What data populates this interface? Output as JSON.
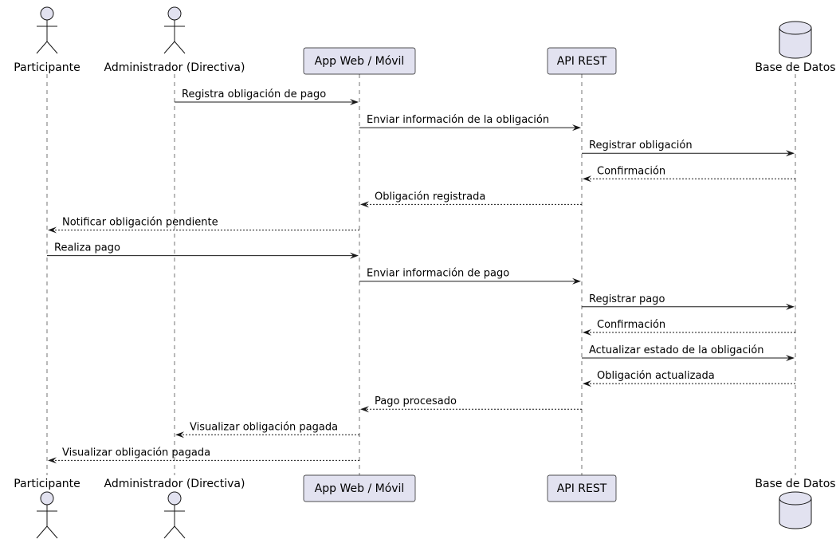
{
  "participants": [
    {
      "id": "participante",
      "label": "Participante",
      "kind": "actor"
    },
    {
      "id": "administrador",
      "label": "Administrador (Directiva)",
      "kind": "actor"
    },
    {
      "id": "app",
      "label": "App Web / Móvil",
      "kind": "box"
    },
    {
      "id": "api",
      "label": "API REST",
      "kind": "box"
    },
    {
      "id": "db",
      "label": "Base de Datos",
      "kind": "database"
    }
  ],
  "messages": [
    {
      "from": "administrador",
      "to": "app",
      "label": "Registra obligación de pago",
      "style": "solid"
    },
    {
      "from": "app",
      "to": "api",
      "label": "Enviar información de la obligación",
      "style": "solid"
    },
    {
      "from": "api",
      "to": "db",
      "label": "Registrar obligación",
      "style": "solid"
    },
    {
      "from": "db",
      "to": "api",
      "label": "Confirmación",
      "style": "dashed"
    },
    {
      "from": "api",
      "to": "app",
      "label": "Obligación registrada",
      "style": "dashed"
    },
    {
      "from": "app",
      "to": "participante",
      "label": "Notificar obligación pendiente",
      "style": "dashed"
    },
    {
      "from": "participante",
      "to": "app",
      "label": "Realiza pago",
      "style": "solid"
    },
    {
      "from": "app",
      "to": "api",
      "label": "Enviar información de pago",
      "style": "solid"
    },
    {
      "from": "api",
      "to": "db",
      "label": "Registrar pago",
      "style": "solid"
    },
    {
      "from": "db",
      "to": "api",
      "label": "Confirmación",
      "style": "dashed"
    },
    {
      "from": "api",
      "to": "db",
      "label": "Actualizar estado de la obligación",
      "style": "solid"
    },
    {
      "from": "db",
      "to": "api",
      "label": "Obligación actualizada",
      "style": "dashed"
    },
    {
      "from": "api",
      "to": "app",
      "label": "Pago procesado",
      "style": "dashed"
    },
    {
      "from": "app",
      "to": "administrador",
      "label": "Visualizar obligación pagada",
      "style": "dashed"
    },
    {
      "from": "app",
      "to": "participante",
      "label": "Visualizar obligación pagada",
      "style": "dashed"
    }
  ],
  "colors": {
    "participant_fill": "#E2E2F0",
    "stroke": "#181818"
  }
}
